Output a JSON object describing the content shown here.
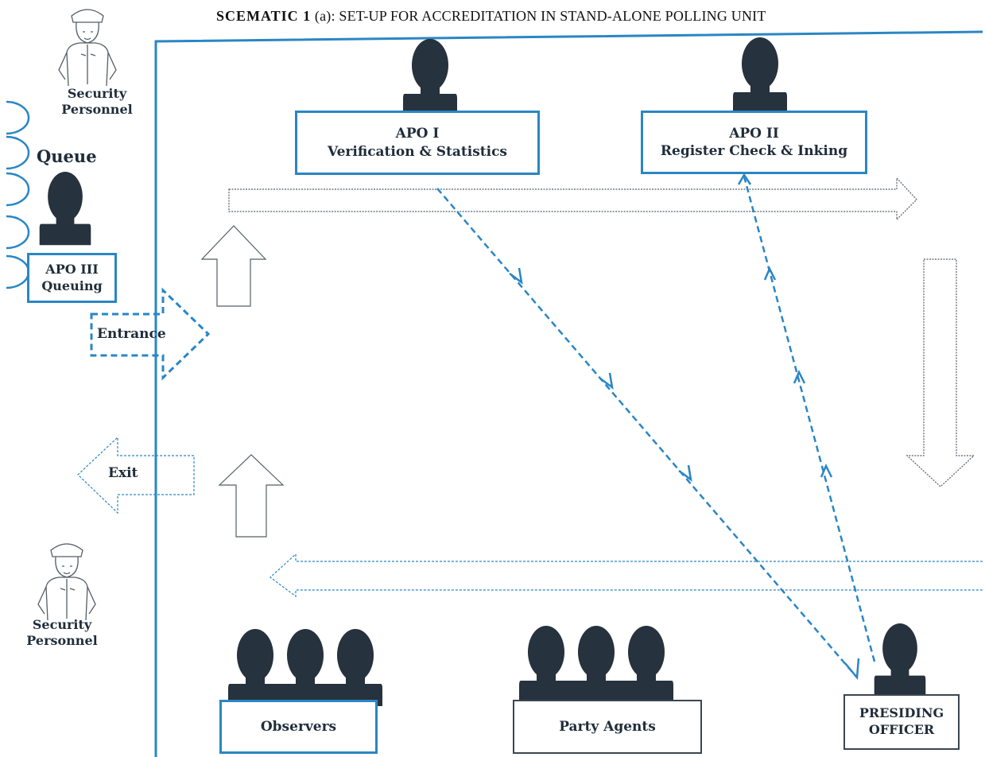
{
  "title": {
    "heading": "SCEMATIC 1",
    "rest": " (a): SET-UP FOR ACCREDITATION IN STAND-ALONE  POLLING UNIT"
  },
  "labels": {
    "security_top_line1": "Security",
    "security_top_line2": "Personnel",
    "queue": "Queue",
    "apo3_line1": "APO III",
    "apo3_line2": "Queuing",
    "entrance": "Entrance",
    "exit": "Exit",
    "security_bottom_line1": "Security",
    "security_bottom_line2": "Personnel",
    "apo1_line1": "APO I",
    "apo1_line2": "Verification & Statistics",
    "apo2_line1": "APO II",
    "apo2_line2": "Register Check & Inking",
    "observers": "Observers",
    "party_agents": "Party Agents",
    "presiding_line1": "PRESIDING",
    "presiding_line2": "OFFICER"
  },
  "colors": {
    "blue": "#2a86c4",
    "person": "#26323d",
    "outline": "#555e66"
  }
}
